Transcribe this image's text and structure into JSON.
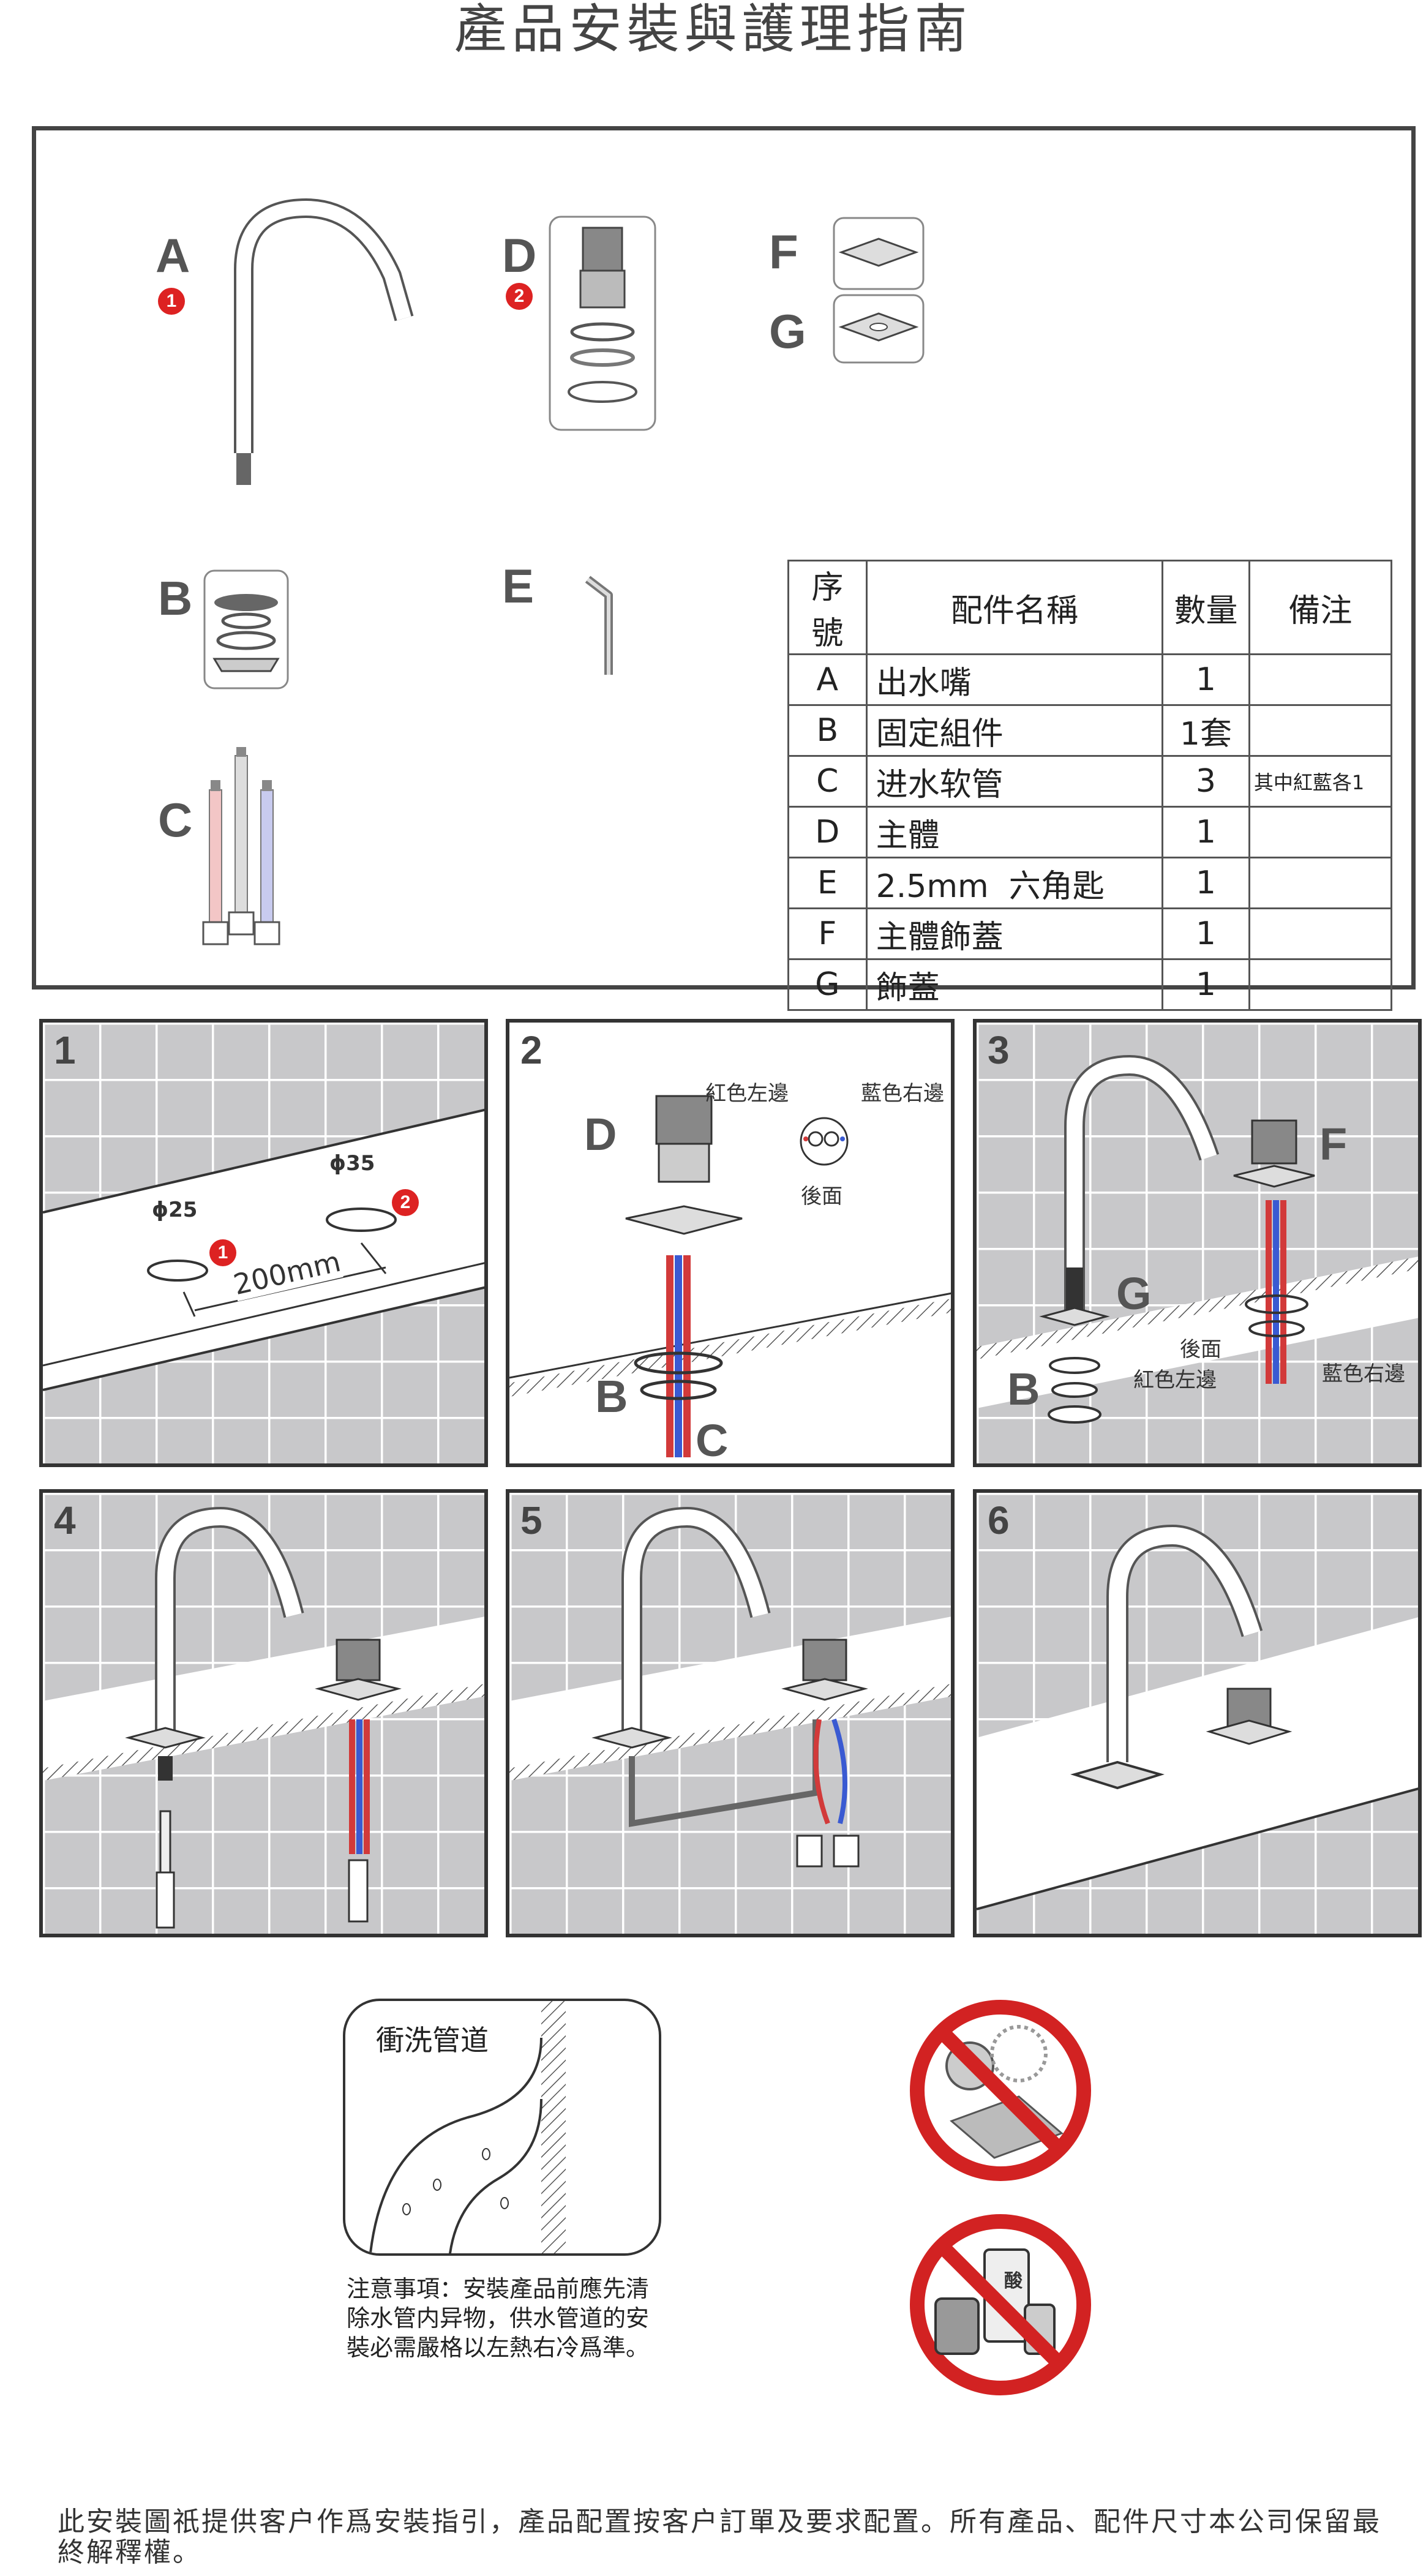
{
  "title": "產品安裝與護理指南",
  "parts": {
    "letters": [
      "A",
      "B",
      "C",
      "D",
      "E",
      "F",
      "G"
    ],
    "badges": [
      "1",
      "2"
    ]
  },
  "table": {
    "headers": [
      "序號",
      "配件名稱",
      "數量",
      "備注"
    ],
    "rows": [
      {
        "id": "A",
        "name": "出水嘴",
        "qty": "1",
        "note": ""
      },
      {
        "id": "B",
        "name": "固定組件",
        "qty": "1套",
        "note": ""
      },
      {
        "id": "C",
        "name": "进水软管",
        "qty": "3",
        "note": "其中紅藍各1"
      },
      {
        "id": "D",
        "name": "主體",
        "qty": "1",
        "note": ""
      },
      {
        "id": "E",
        "name": "2.5mm  六角匙",
        "qty": "1",
        "note": ""
      },
      {
        "id": "F",
        "name": "主體飾蓋",
        "qty": "1",
        "note": ""
      },
      {
        "id": "G",
        "name": "飾蓋",
        "qty": "1",
        "note": ""
      }
    ]
  },
  "steps": {
    "numbers": [
      "1",
      "2",
      "3",
      "4",
      "5",
      "6"
    ],
    "step1": {
      "hole1": "ϕ25",
      "hole2": "ϕ35",
      "distance": "200mm",
      "badge1": "1",
      "badge2": "2"
    },
    "step2": {
      "red_left": "紅色左邊",
      "blue_right": "藍色右邊",
      "back": "後面",
      "letter_d": "D",
      "letter_b": "B",
      "letter_c": "C"
    },
    "step3": {
      "back": "後面",
      "red_left": "紅色左邊",
      "blue_right": "藍色右邊",
      "letter_f": "F",
      "letter_g": "G",
      "letter_b": "B"
    }
  },
  "flush_label": "衝洗管道",
  "acid_label": "酸",
  "note": "注意事項：安裝產品前應先清除水管内异物，供水管道的安裝必需嚴格以左熱右冷爲準。",
  "footer": "此安裝圖祇提供客户作爲安裝指引，產品配置按客户訂單及要求配置。所有產品、配件尺寸本公司保留最終解釋權。",
  "colors": {
    "warning_red": "#d22222",
    "hose_red": "#d23a3a",
    "hose_blue": "#3a5ad2",
    "tile_grey": "#c8c8ca"
  }
}
